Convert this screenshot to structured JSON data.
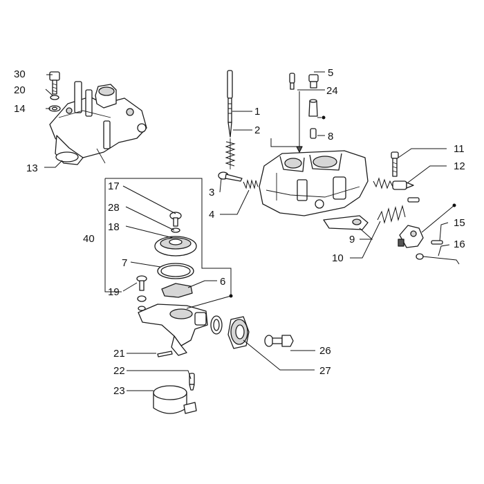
{
  "diagram": {
    "part_labels": [
      "1",
      "2",
      "3",
      "4",
      "5",
      "6",
      "7",
      "8",
      "9",
      "10",
      "11",
      "12",
      "13",
      "14",
      "15",
      "16",
      "17",
      "18",
      "19",
      "20",
      "21",
      "22",
      "23",
      "24",
      "26",
      "27",
      "28",
      "30",
      "40"
    ]
  }
}
